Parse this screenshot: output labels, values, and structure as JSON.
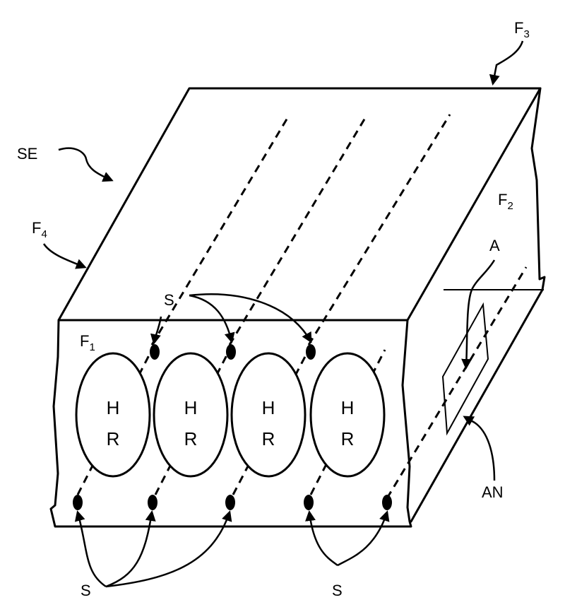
{
  "labels": {
    "se": "SE",
    "f1_main": "F",
    "f1_sub": "1",
    "f2_main": "F",
    "f2_sub": "2",
    "f3_main": "F",
    "f3_sub": "3",
    "f4_main": "F",
    "f4_sub": "4",
    "a": "A",
    "an": "AN",
    "s_top": "S",
    "s_bottom_left": "S",
    "s_bottom_right": "S"
  },
  "chambers": [
    {
      "line1": "H",
      "line2": "R"
    },
    {
      "line1": "H",
      "line2": "R"
    },
    {
      "line1": "H",
      "line2": "R"
    },
    {
      "line1": "H",
      "line2": "R"
    }
  ]
}
